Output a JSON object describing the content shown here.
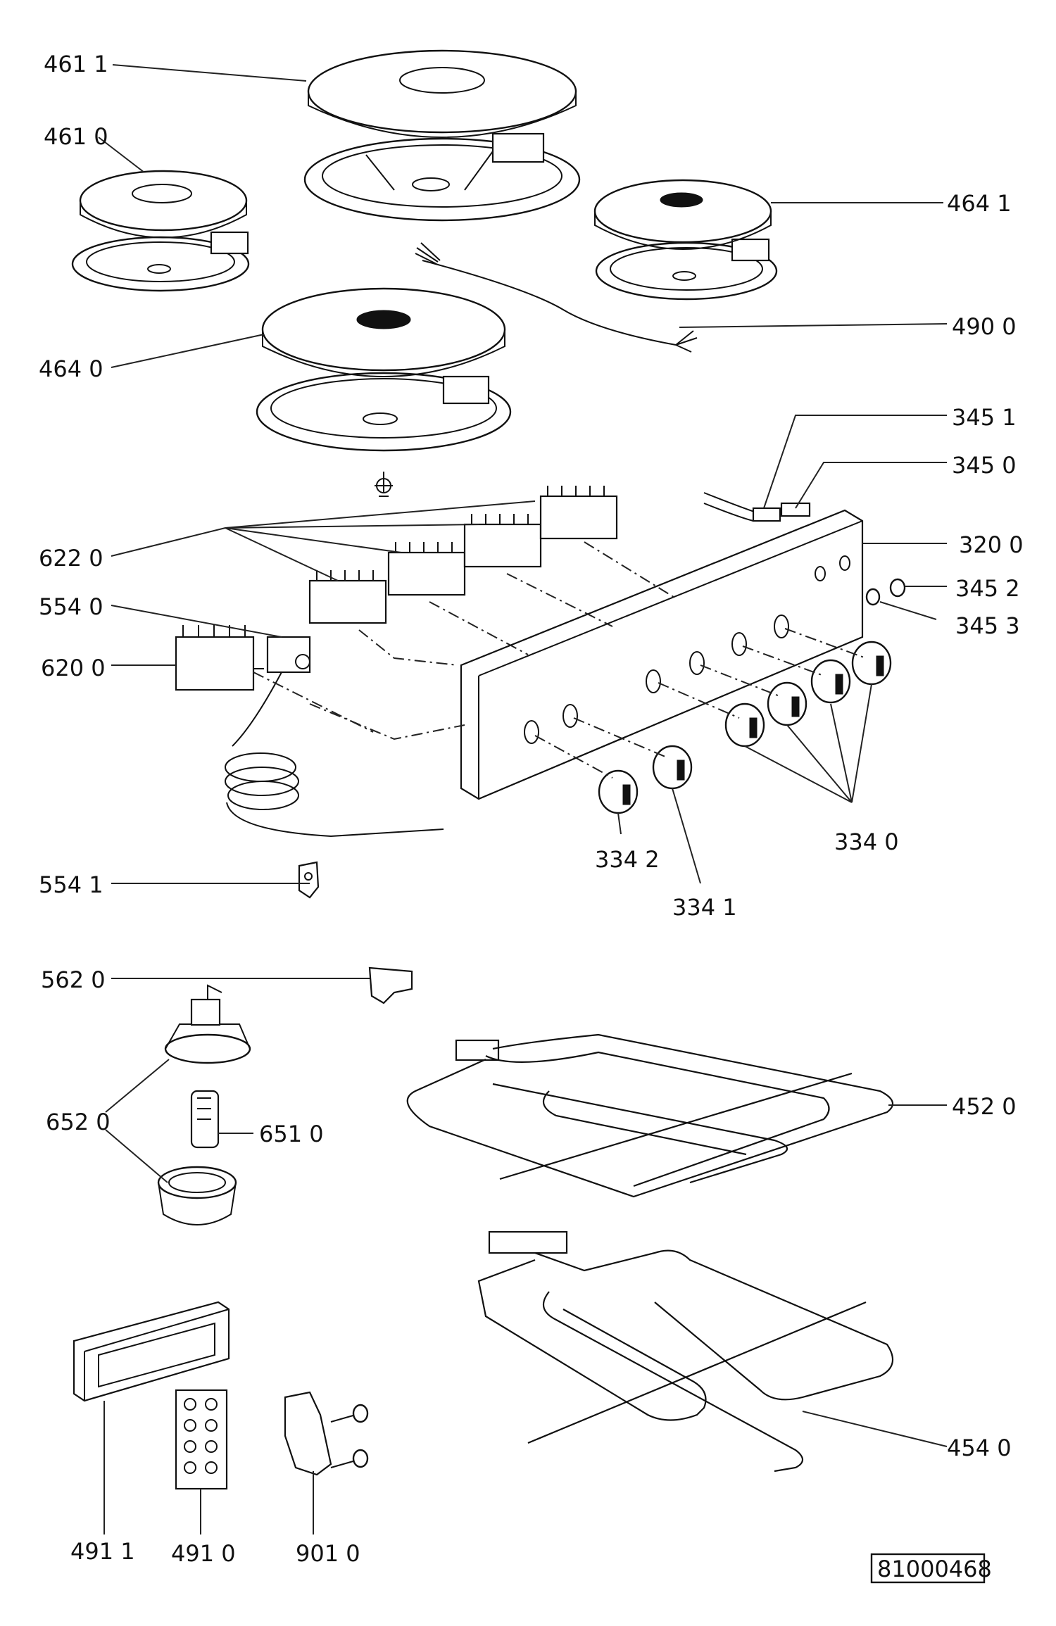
{
  "diagram_id": "81000468",
  "labels": [
    {
      "key": "l4611",
      "text": "461  1"
    },
    {
      "key": "l4610",
      "text": "461  0"
    },
    {
      "key": "l4641",
      "text": "464  1"
    },
    {
      "key": "l4900",
      "text": "490  0"
    },
    {
      "key": "l4640",
      "text": "464  0"
    },
    {
      "key": "l3451",
      "text": "345  1"
    },
    {
      "key": "l3450",
      "text": "345  0"
    },
    {
      "key": "l6220",
      "text": "622  0"
    },
    {
      "key": "l3200",
      "text": "320  0"
    },
    {
      "key": "l3452",
      "text": "345  2"
    },
    {
      "key": "l5540",
      "text": "554  0"
    },
    {
      "key": "l3453",
      "text": "345  3"
    },
    {
      "key": "l6200",
      "text": "620  0"
    },
    {
      "key": "l3340",
      "text": "334  0"
    },
    {
      "key": "l3342",
      "text": "334  2"
    },
    {
      "key": "l5541",
      "text": "554  1"
    },
    {
      "key": "l3341",
      "text": "334  1"
    },
    {
      "key": "l5620",
      "text": "562  0"
    },
    {
      "key": "l4520",
      "text": "452  0"
    },
    {
      "key": "l6520",
      "text": "652  0"
    },
    {
      "key": "l6510",
      "text": "651  0"
    },
    {
      "key": "l4540",
      "text": "454  0"
    },
    {
      "key": "l4911",
      "text": "491  1"
    },
    {
      "key": "l4910",
      "text": "491  0"
    },
    {
      "key": "l9010",
      "text": "901  0"
    }
  ]
}
